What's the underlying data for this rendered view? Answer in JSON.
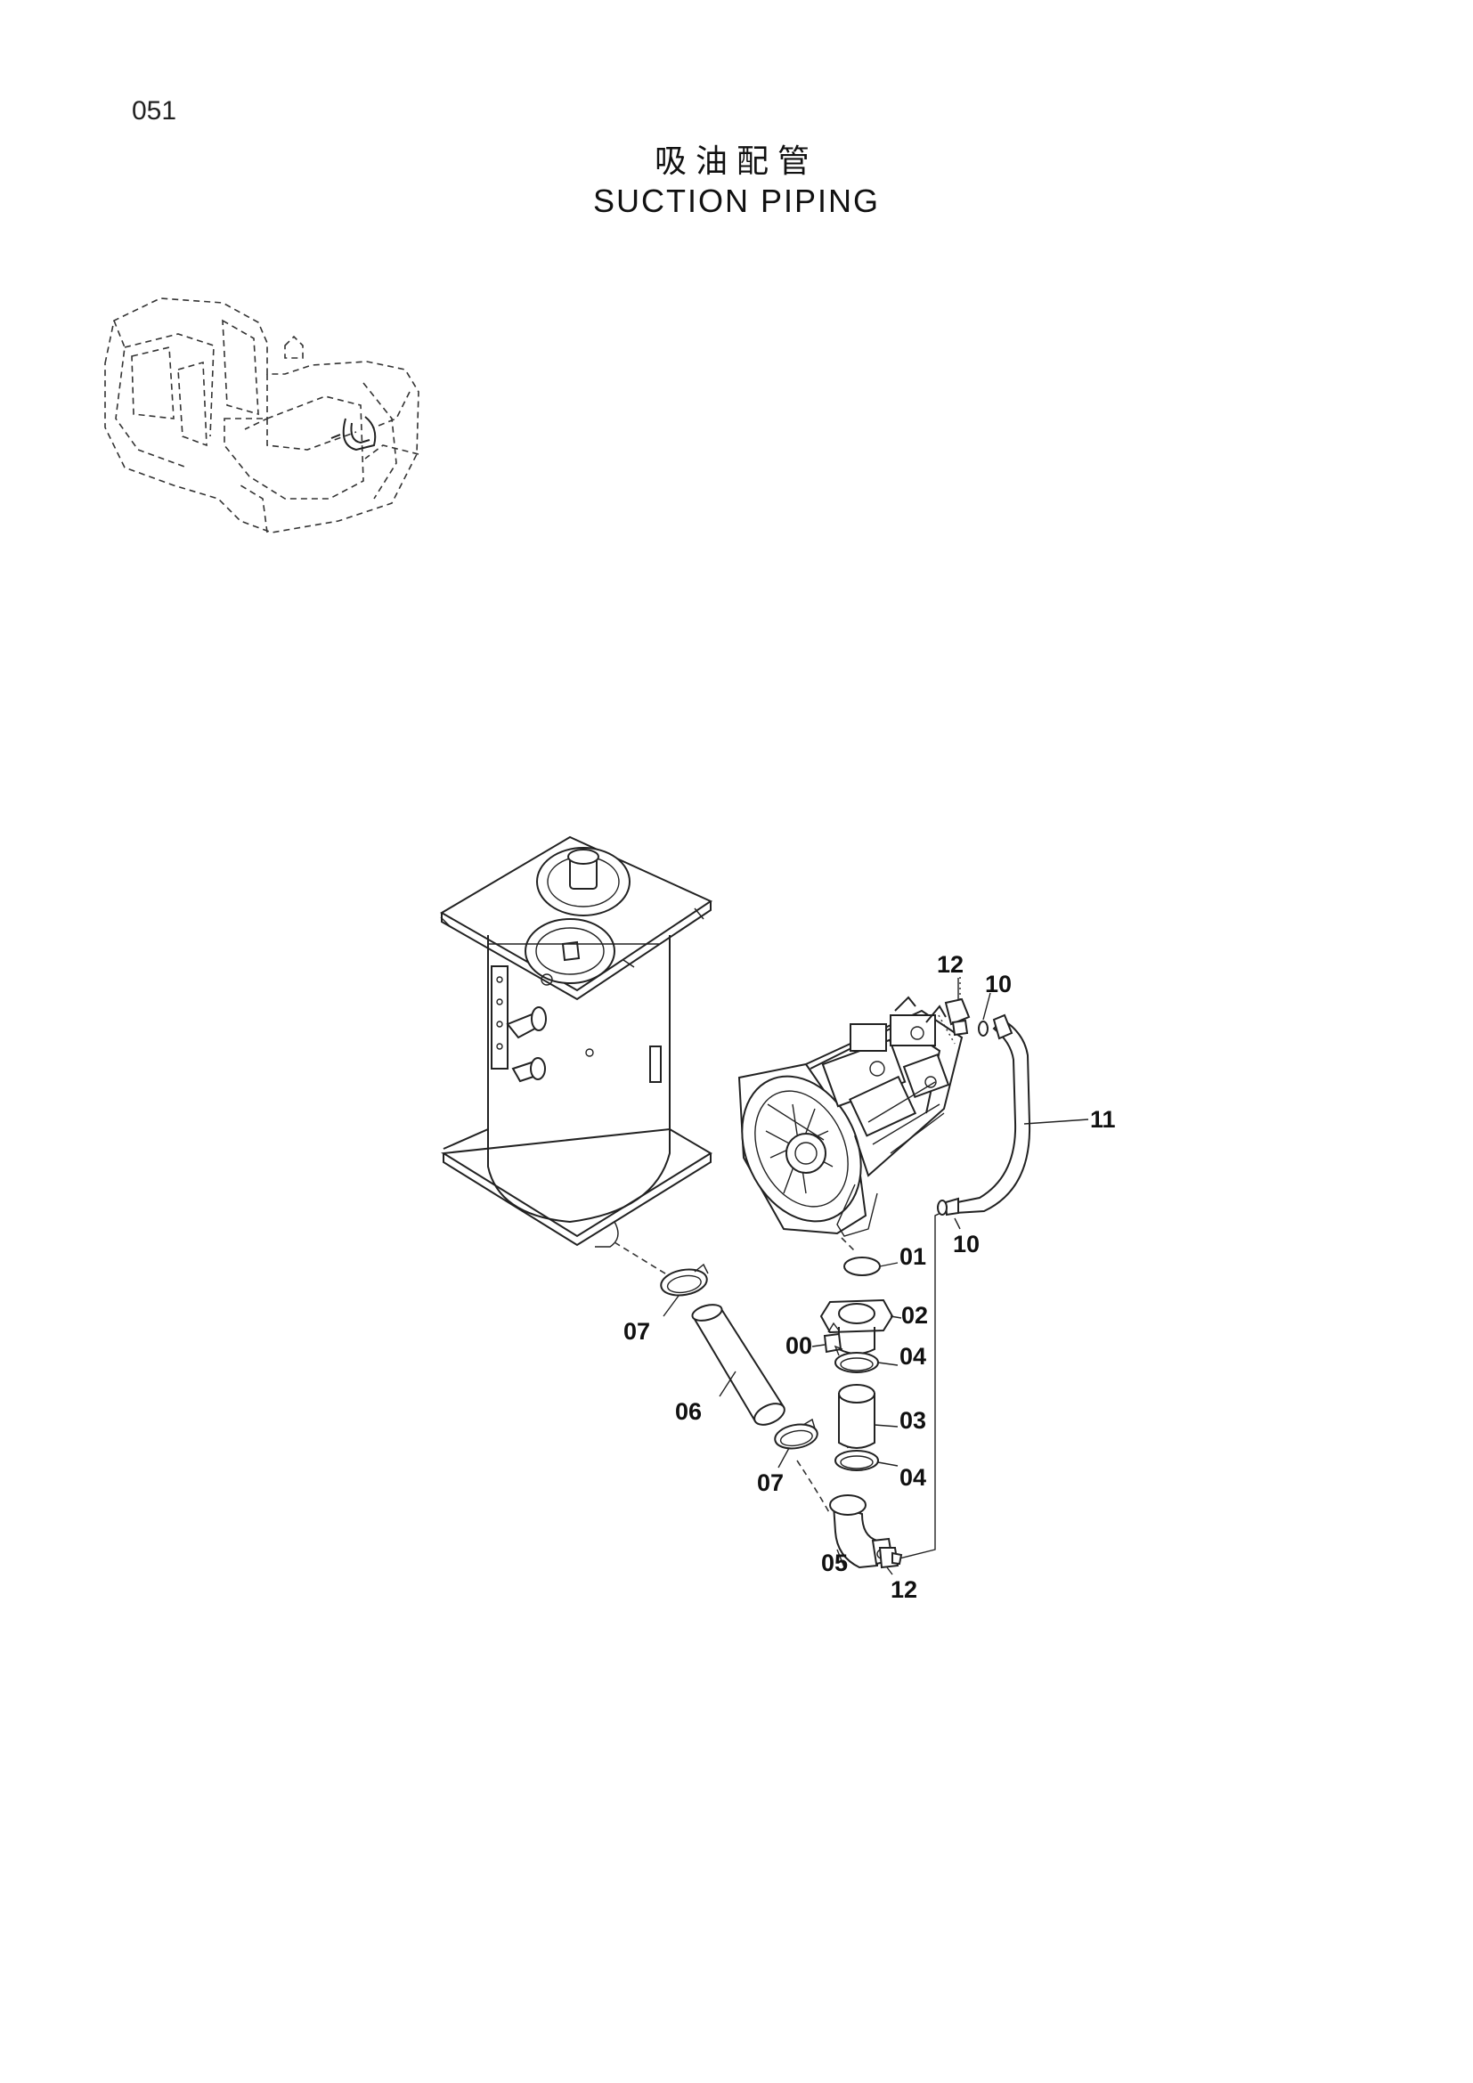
{
  "header": {
    "page_number": "051",
    "title_cn": "吸油配管",
    "title_en": "SUCTION PIPING"
  },
  "callouts": {
    "c12_top": "12",
    "c10_top": "10",
    "c11": "11",
    "c10_mid": "10",
    "c01": "01",
    "c02": "02",
    "c00": "00",
    "c04_top": "04",
    "c03": "03",
    "c04_bot": "04",
    "c07_top": "07",
    "c06": "06",
    "c07_bot": "07",
    "c05": "05",
    "c12_bot": "12"
  },
  "icons": {
    "locator": "excavator-locator-icon",
    "tank": "hydraulic-tank-drawing",
    "pump": "hydraulic-pump-drawing"
  }
}
